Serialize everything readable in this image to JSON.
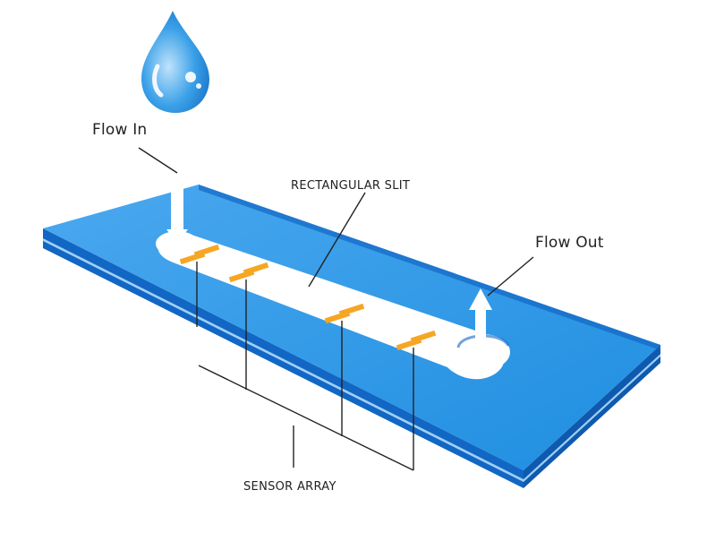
{
  "labels": {
    "flow_in": "Flow In",
    "flow_out": "Flow Out",
    "slit": "RECTANGULAR SLIT",
    "sensor": "SENSOR ARRAY"
  },
  "colors": {
    "glass_top": "#1f8ee0",
    "glass_top_light": "#4aa8ef",
    "glass_side": "#1266c4",
    "glass_edge_highlight": "#9fd0f7",
    "slit": "#ffffff",
    "sensor_pad": "#f5a623",
    "drop": "#3aa0e8",
    "leader": "#222222"
  },
  "icons": {
    "drop": "water-drop-icon",
    "arrow_in": "arrow-down-icon",
    "arrow_out": "arrow-up-icon"
  }
}
